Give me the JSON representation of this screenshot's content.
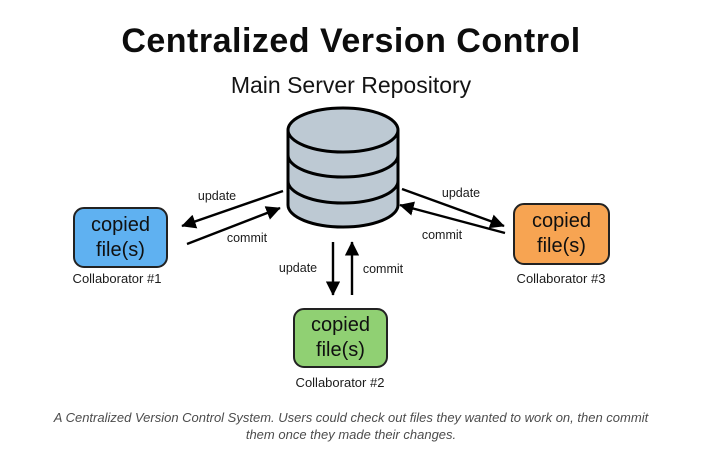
{
  "title": "Centralized Version Control",
  "subtitle": "Main Server Repository",
  "caption": "A Centralized Version Control System. Users could check out files they wanted to work on, then commit them once they made their changes.",
  "colors": {
    "cylinder_fill": "#bdc9d3",
    "box_border": "#222222",
    "arrow": "#000000",
    "caption_text": "#4c4c4c",
    "collaborator_blue": "#5fb1f1",
    "collaborator_green": "#90d073",
    "collaborator_orange": "#f7a452"
  },
  "collaborators": [
    {
      "box_label": "copied file(s)",
      "name": "Collaborator #1",
      "color": "#5fb1f1"
    },
    {
      "box_label": "copied file(s)",
      "name": "Collaborator #2",
      "color": "#90d073"
    },
    {
      "box_label": "copied file(s)",
      "name": "Collaborator #3",
      "color": "#f7a452"
    }
  ],
  "arrows": [
    {
      "position": "left",
      "update": "update",
      "commit": "commit"
    },
    {
      "position": "middle",
      "update": "update",
      "commit": "commit"
    },
    {
      "position": "right",
      "update": "update",
      "commit": "commit"
    }
  ]
}
